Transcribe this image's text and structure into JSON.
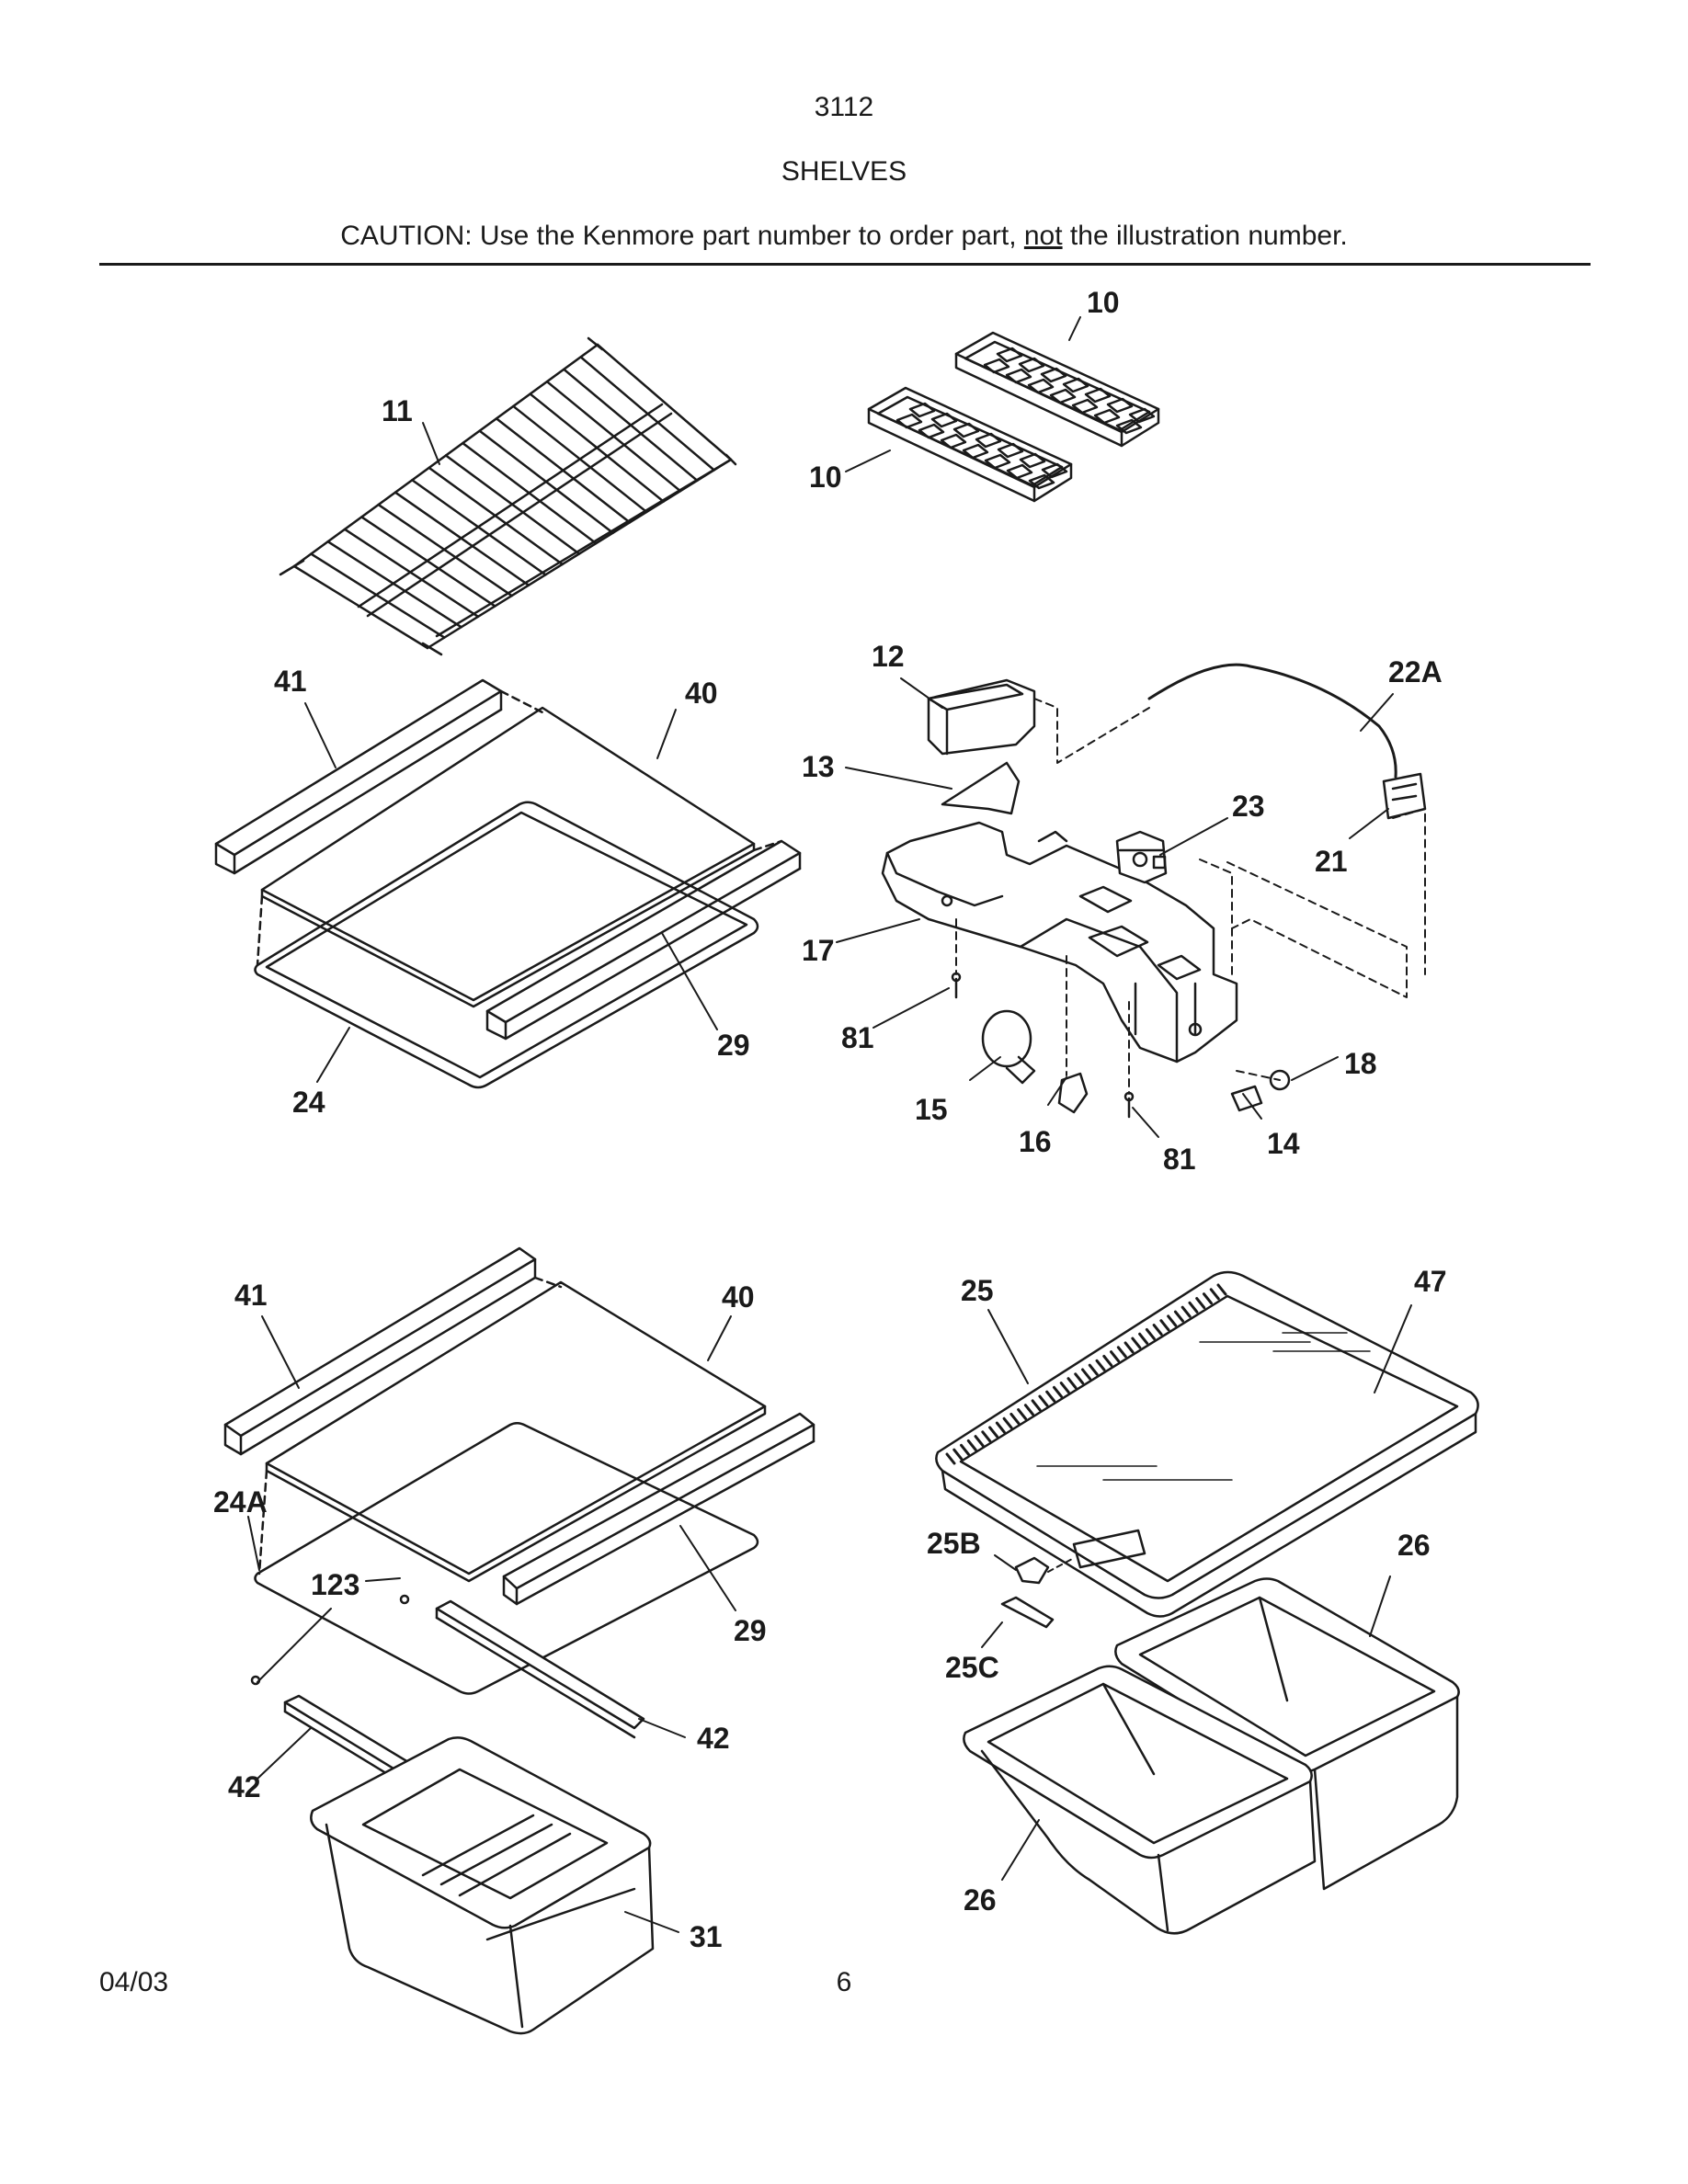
{
  "header": {
    "page_code": "3112",
    "section": "SHELVES",
    "caution_pre": "CAUTION: Use the Kenmore part number to order part, ",
    "caution_em": "not",
    "caution_post": " the illustration number."
  },
  "footer": {
    "date": "04/03",
    "page": "6"
  },
  "callouts": {
    "c10a": "10",
    "c10b": "10",
    "c11": "11",
    "c41a": "41",
    "c40a": "40",
    "c29a": "29",
    "c24": "24",
    "c12": "12",
    "c13": "13",
    "c17": "17",
    "c81a": "81",
    "c81b": "81",
    "c15": "15",
    "c16": "16",
    "c14": "14",
    "c18": "18",
    "c22a": "22A",
    "c23": "23",
    "c21": "21",
    "c41b": "41",
    "c40b": "40",
    "c24a": "24A",
    "c123": "123",
    "c29b": "29",
    "c42a": "42",
    "c42b": "42",
    "c31": "31",
    "c25": "25",
    "c47": "47",
    "c25b": "25B",
    "c25c": "25C",
    "c26a": "26",
    "c26b": "26"
  }
}
